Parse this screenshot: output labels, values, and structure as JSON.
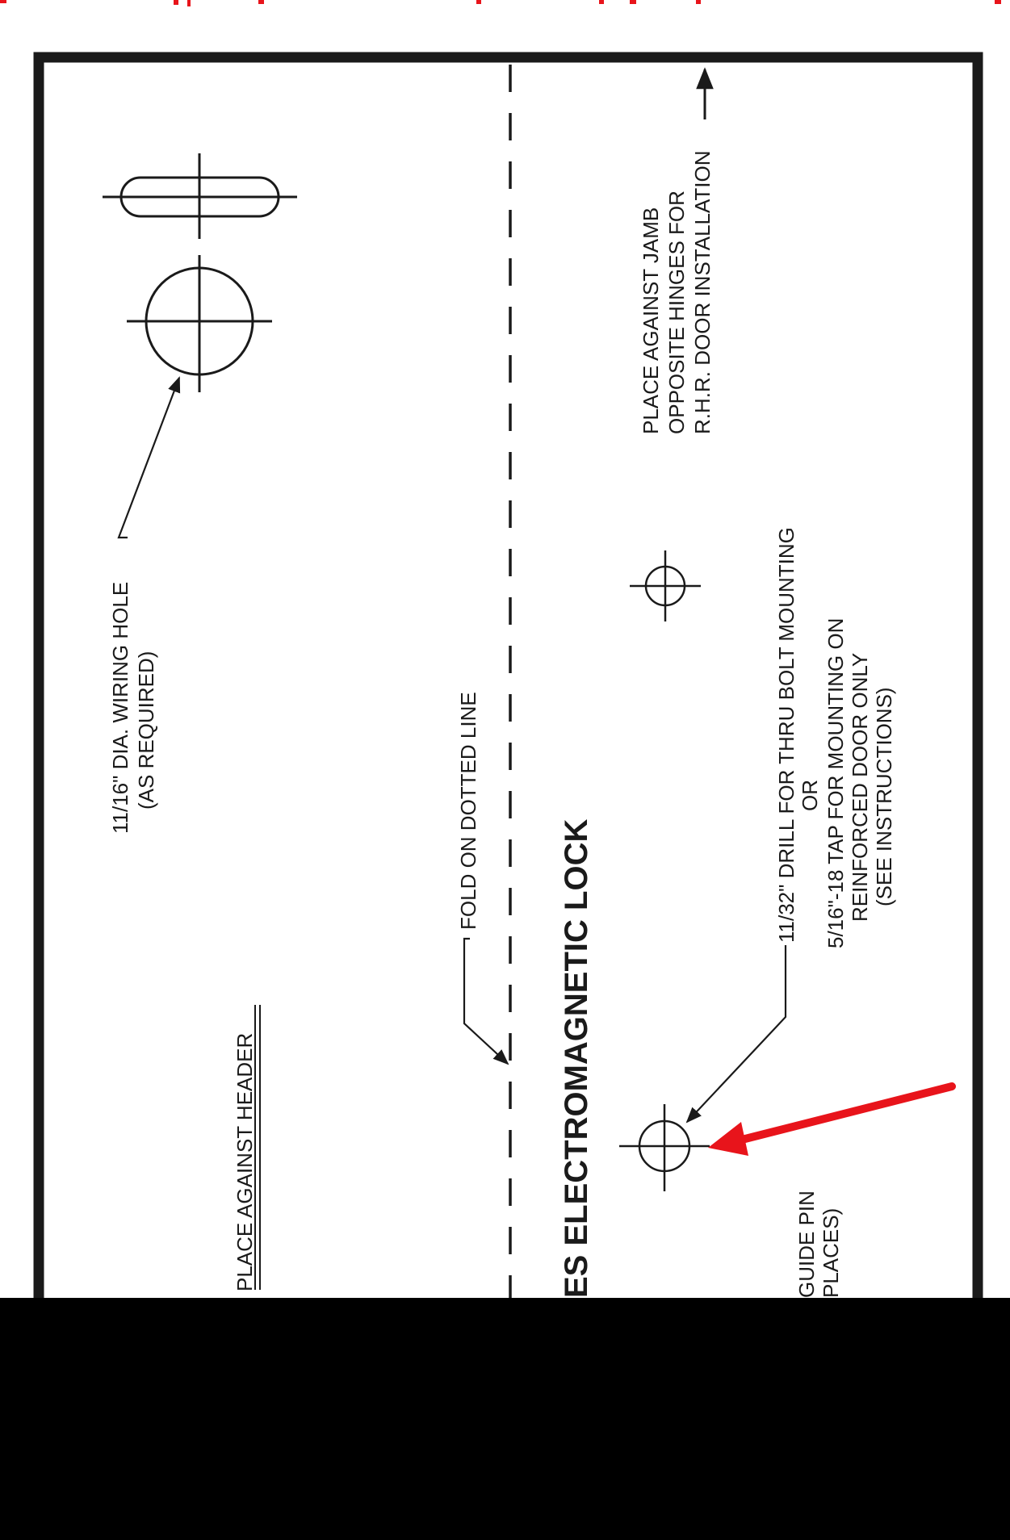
{
  "labels": {
    "wiring_hole_line1": "11/16\" DIA. WIRING HOLE",
    "wiring_hole_line2": "(AS REQUIRED)",
    "place_against_header": "PLACE AGAINST HEADER",
    "fold_line": "FOLD ON DOTTED LINE",
    "title": "ES ELECTROMAGNETIC LOCK",
    "drill_line1": "11/32\" DRILL FOR THRU BOLT MOUNTING",
    "drill_line2": "OR",
    "drill_line3": "5/16\"-18 TAP FOR MOUNTING ON",
    "drill_line4": "REINFORCED DOOR ONLY",
    "drill_line5": "(SEE INSTRUCTIONS)",
    "jamb_line1": "PLACE AGAINST JAMB",
    "jamb_line2": "OPPOSITE HINGES FOR",
    "jamb_line3": "R.H.R. DOOR INSTALLATION",
    "guide_pin_line1": "GUIDE PIN",
    "guide_pin_line2": "PLACES)"
  },
  "colors": {
    "line": "#1a1a1a",
    "highlight_arrow": "#e8141b",
    "redaction": "#000000"
  }
}
